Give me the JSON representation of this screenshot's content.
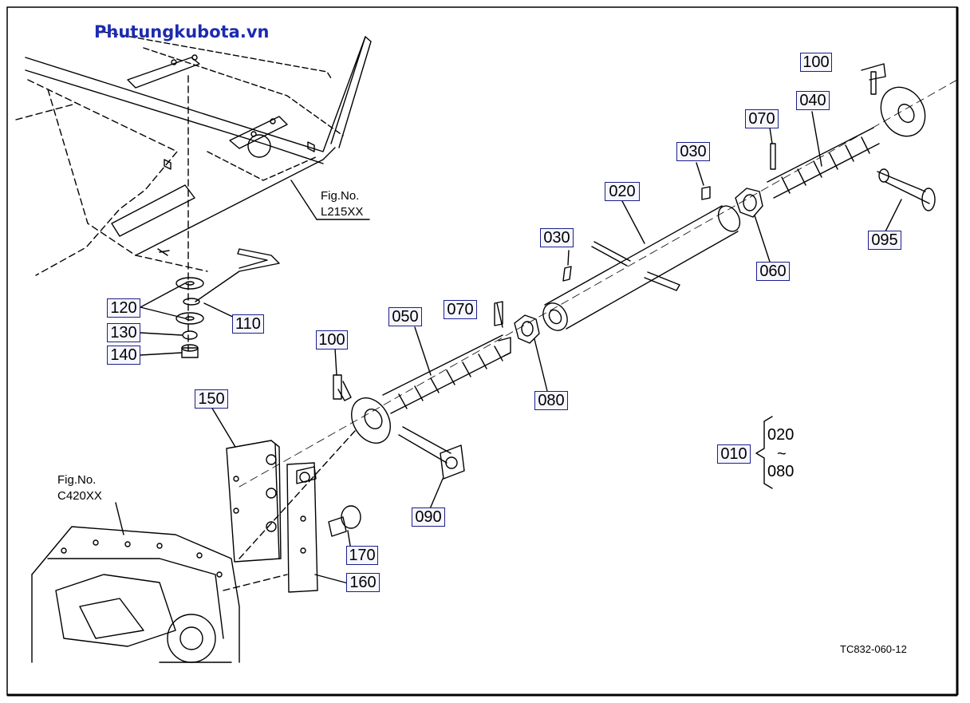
{
  "watermark": "Phutungkubota.vn",
  "drawing_code": "TC832-060-12",
  "fig_refs": [
    {
      "line1": "Fig.No.",
      "line2": "L215XX"
    },
    {
      "line1": "Fig.No.",
      "line2": "C420XX"
    }
  ],
  "parts": {
    "p100a": "100",
    "p040": "040",
    "p070a": "070",
    "p030a": "030",
    "p020": "020",
    "p030b": "030",
    "p095": "095",
    "p060": "060",
    "p070b": "070",
    "p050": "050",
    "p100b": "100",
    "p080": "080",
    "p110": "110",
    "p120": "120",
    "p130": "130",
    "p140": "140",
    "p150": "150",
    "p160": "160",
    "p170": "170",
    "p090": "090",
    "p010": "010"
  },
  "assembly_range": {
    "from": "020",
    "sep": "~",
    "to": "080"
  }
}
